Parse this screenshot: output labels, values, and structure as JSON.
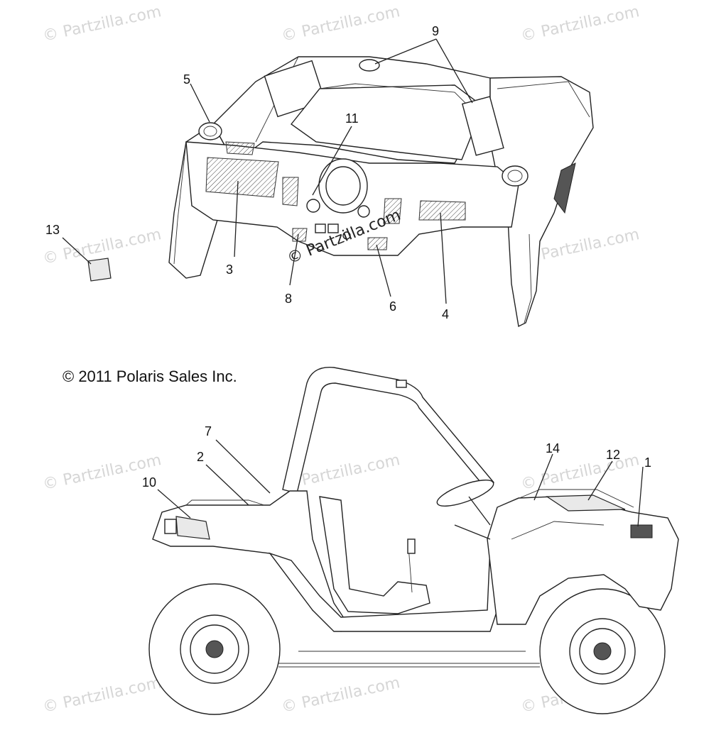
{
  "watermark_text": "© Partzilla.com",
  "copyright": "© 2011 Polaris Sales Inc.",
  "callouts": {
    "c1": "1",
    "c2": "2",
    "c3": "3",
    "c4": "4",
    "c5": "5",
    "c6": "6",
    "c7": "7",
    "c8": "8",
    "c9": "9",
    "c10": "10",
    "c11": "11",
    "c12": "12",
    "c13": "13",
    "c14": "14"
  },
  "colors": {
    "line": "#222222",
    "watermark": "#d6d6d6",
    "background": "#ffffff"
  }
}
